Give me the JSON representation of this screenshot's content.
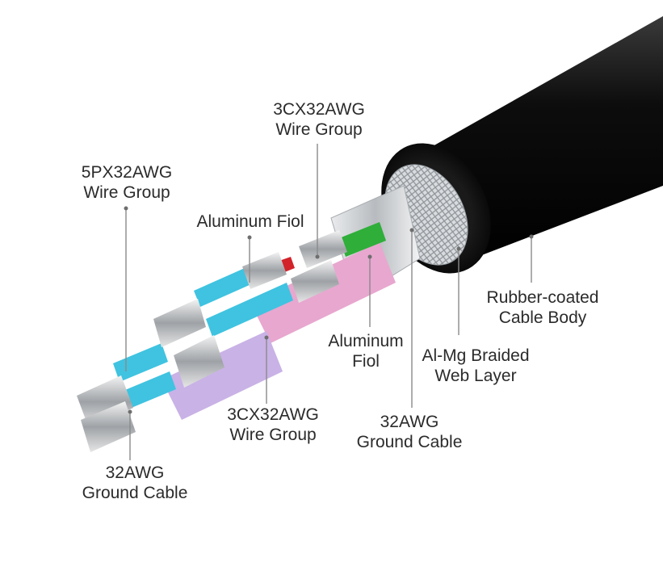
{
  "callouts": {
    "wire_group_top": {
      "line1": "3CX32AWG",
      "line2": "Wire Group"
    },
    "wire_group_5p": {
      "line1": "5PX32AWG",
      "line2": "Wire Group"
    },
    "aluminum_fiol_top": {
      "line1": "Aluminum Fiol"
    },
    "rubber_body": {
      "line1": "Rubber-coated",
      "line2": "Cable Body"
    },
    "aluminum_fiol_mid": {
      "line1": "Aluminum",
      "line2": "Fiol"
    },
    "braided_web": {
      "line1": "Al-Mg Braided",
      "line2": "Web Layer"
    },
    "wire_group_bottom": {
      "line1": "3CX32AWG",
      "line2": "Wire Group"
    },
    "ground_cable_right": {
      "line1": "32AWG",
      "line2": "Ground Cable"
    },
    "ground_cable_left": {
      "line1": "32AWG",
      "line2": "Ground Cable"
    }
  },
  "colors": {
    "jacket": "#141414",
    "braid": "#cfd3d6",
    "foil": "#c9ccd0",
    "cyan_insulation": "#3fc3e0",
    "pink_insulation": "#e8a7cf",
    "lilac_insulation": "#c9b2e6",
    "green_insulation": "#2fae3a",
    "red_insulation": "#d2232a",
    "copper_strands": "#b9bcc0"
  }
}
